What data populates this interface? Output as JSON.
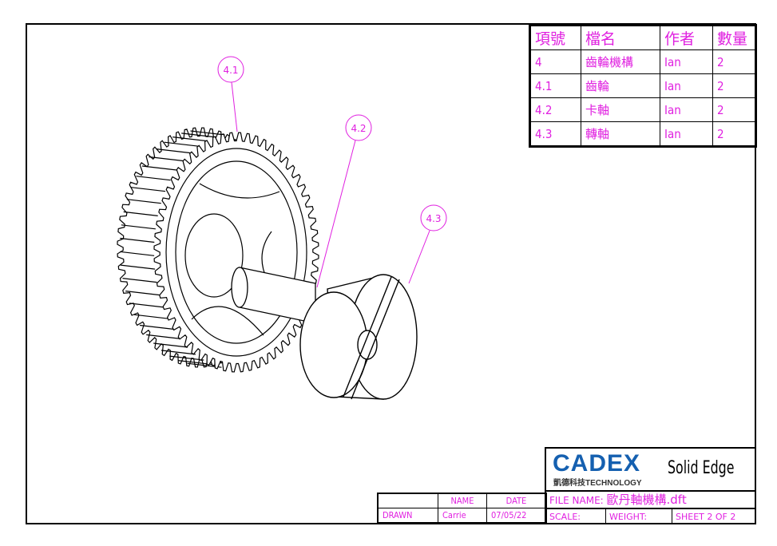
{
  "balloons": [
    "4.1",
    "4.2",
    "4.3"
  ],
  "parts_list": {
    "headers": [
      "項號",
      "檔名",
      "作者",
      "數量"
    ],
    "rows": [
      [
        "4",
        "齒輪機構",
        "Ian",
        "2"
      ],
      [
        "4.1",
        "齒輪",
        "Ian",
        "2"
      ],
      [
        "4.2",
        "卡軸",
        "Ian",
        "2"
      ],
      [
        "4.3",
        "轉軸",
        "Ian",
        "2"
      ]
    ]
  },
  "title_block": {
    "logo": "CADEX",
    "logo_sub": "凱德科技TECHNOLOGY",
    "software": "Solid Edge",
    "file_name_label": "FILE NAME:",
    "file_name": "歐丹軸機構.dft",
    "scale_label": "SCALE:",
    "weight_label": "WEIGHT:",
    "sheet": "SHEET 2 OF 2",
    "name_header": "NAME",
    "date_header": "DATE",
    "drawn_label": "DRAWN",
    "drawn_name": "Carrie",
    "drawn_date": "07/05/22"
  }
}
